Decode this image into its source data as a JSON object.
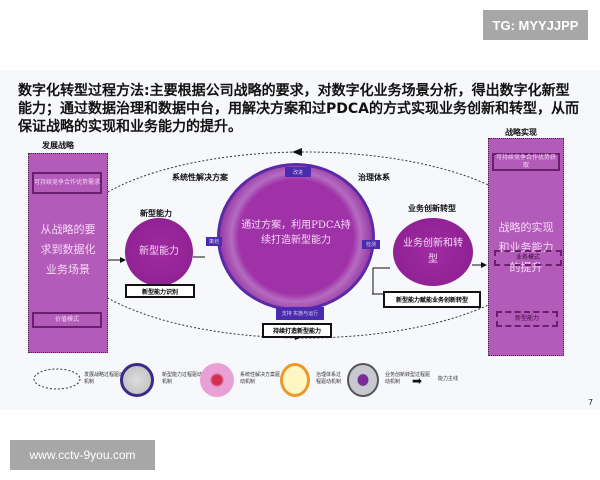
{
  "watermark_top": "TG: MYYJJPP",
  "watermark_bottom": "www.cctv-9you.com",
  "title": "数字化转型过程方法:主要根据公司战略的要求，对数字化业务场景分析，得出数字化新型能力；通过数据治理和数据中台，用解决方案和过PDCA的方式实现业务创新和转型，从而保证战略的实现和业务能力的提升。",
  "left": {
    "heading": "发展战略",
    "top_box": "可持续竞争合作优势需求",
    "main": "从战略的要求到数据化业务场景",
    "bottom_box": "价值模式"
  },
  "right": {
    "heading": "战略实现",
    "top_box": "可持续竞争合作优势获取",
    "main": "战略的实现和业务能力的提升",
    "mid_box": "业务模式",
    "bottom_box": "新型能力"
  },
  "labels": {
    "solution": "系统性解决方案",
    "governance": "治理体系",
    "new_capability": "新型能力",
    "innovation": "业务创新转型"
  },
  "circles": {
    "new_capability": "新型能力",
    "pdca": "通过方案，利用PDCA持续打造新型能力",
    "innovation": "业务创新和转型"
  },
  "ring_tags": {
    "top": "改进",
    "left": "策划",
    "right": "检测",
    "bottom": "支持 实施与运行"
  },
  "boxes": {
    "identify": "新型能力识别",
    "build": "持续打造新型能力",
    "empower": "新型能力赋能业务创新转型"
  },
  "legend": [
    "发展战略过程驱动机制",
    "新型能力过程驱动机制",
    "系统性解决方案驱动机制",
    "治理体系过程驱动机制",
    "业务创新转型过程驱动机制",
    "能力主线"
  ],
  "page_number": "7",
  "colors": {
    "purple": "#8a1f8e",
    "ring_blue": "#4a2bb0"
  }
}
